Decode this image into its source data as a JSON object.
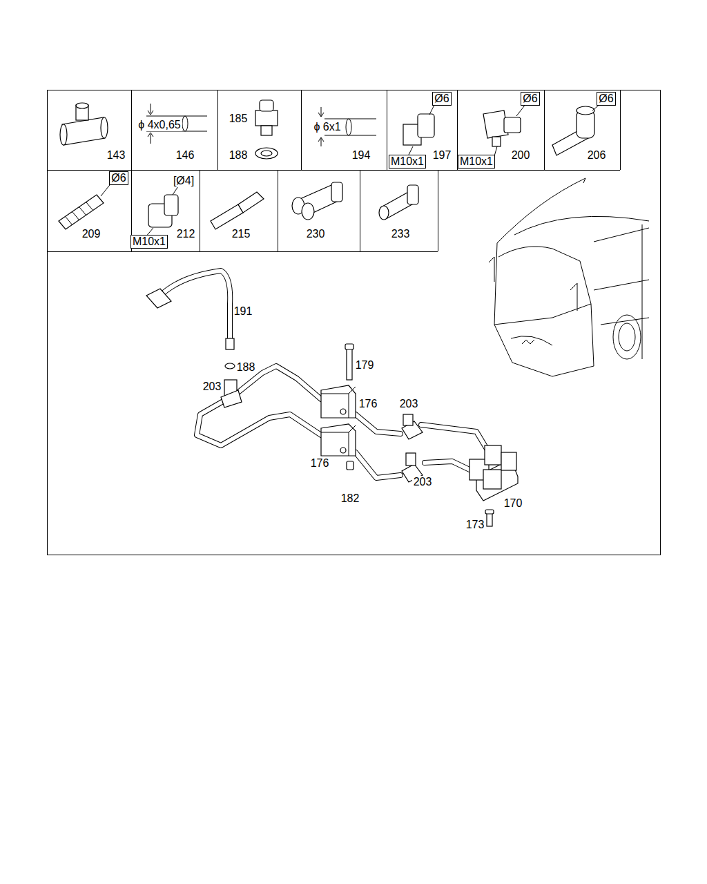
{
  "diagram": {
    "labels": [
      "143",
      "ϕ 4x0,65",
      "146",
      "185",
      "188",
      "ϕ 6x1",
      "194",
      "Ø6",
      "M10x1",
      "197",
      "Ø6",
      "M10x1",
      "200",
      "Ø6",
      "206",
      "Ø6",
      "209",
      "[Ø4]",
      "M10x1",
      "212",
      "215",
      "230",
      "233",
      "191",
      "188",
      "203",
      "179",
      "176",
      "203",
      "176",
      "203",
      "182",
      "170",
      "173"
    ]
  }
}
